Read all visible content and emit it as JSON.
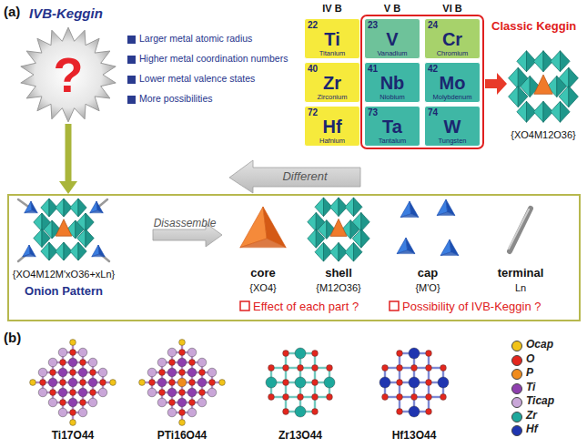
{
  "diagram": {
    "nodes": [
      {
        "text": [
          "?"
        ]
      },
      {
        "text": [
          "22",
          "Ti",
          "Titanium"
        ]
      },
      {
        "text": [
          "23",
          "V",
          "Vanadium"
        ]
      },
      {
        "text": [
          "24",
          "Cr",
          "Chromium"
        ]
      },
      {
        "text": [
          "40",
          "Zr",
          "Zirconium"
        ]
      },
      {
        "text": [
          "41",
          "Nb",
          "Niobium"
        ]
      },
      {
        "text": [
          "42",
          "Mo",
          "Molybdenum"
        ]
      },
      {
        "text": [
          "72",
          "Hf",
          "Hafnium"
        ]
      },
      {
        "text": [
          "73",
          "Ta",
          "Tantalum"
        ]
      },
      {
        "text": [
          "74",
          "W",
          "Tungsten"
        ]
      },
      {
        "text": [
          "{XO4M12M'xO36+xLn}",
          "Onion Pattern",
          "Disassemble",
          "core",
          "{XO4}",
          "shell",
          "{M12O36}",
          "cap",
          "{M'O}",
          "terminal",
          "Ln",
          "Effect of each part ?",
          "Possibility of IVB-Keggin ?"
        ]
      }
    ],
    "edges": [
      {
        "from": 0,
        "to": 10,
        "arrow": "to"
      }
    ],
    "labels": [
      "(a)",
      "IVB-Keggin",
      "Larger metal atomic radius",
      "Higher metal coordination numbers",
      "Lower metal valence states",
      "More possibilities",
      "IV B",
      "V B",
      "VI B",
      "Classic Keggin",
      "{XO4M12O36}",
      "Different",
      "(b)",
      "Ti17O44",
      "PTi16O44",
      "Zr13O44",
      "Hf13O44"
    ],
    "legend": [
      {
        "text": "Ocap",
        "color": "#f2c318"
      },
      {
        "text": "O",
        "color": "#e3261d"
      },
      {
        "text": "P",
        "color": "#f08c1e"
      },
      {
        "text": "Ti",
        "color": "#8e3fae"
      },
      {
        "text": "Ticap",
        "color": "#c9a6d8"
      },
      {
        "text": "Zr",
        "color": "#1da89c"
      },
      {
        "text": "Hf",
        "color": "#1f35b0"
      }
    ]
  }
}
